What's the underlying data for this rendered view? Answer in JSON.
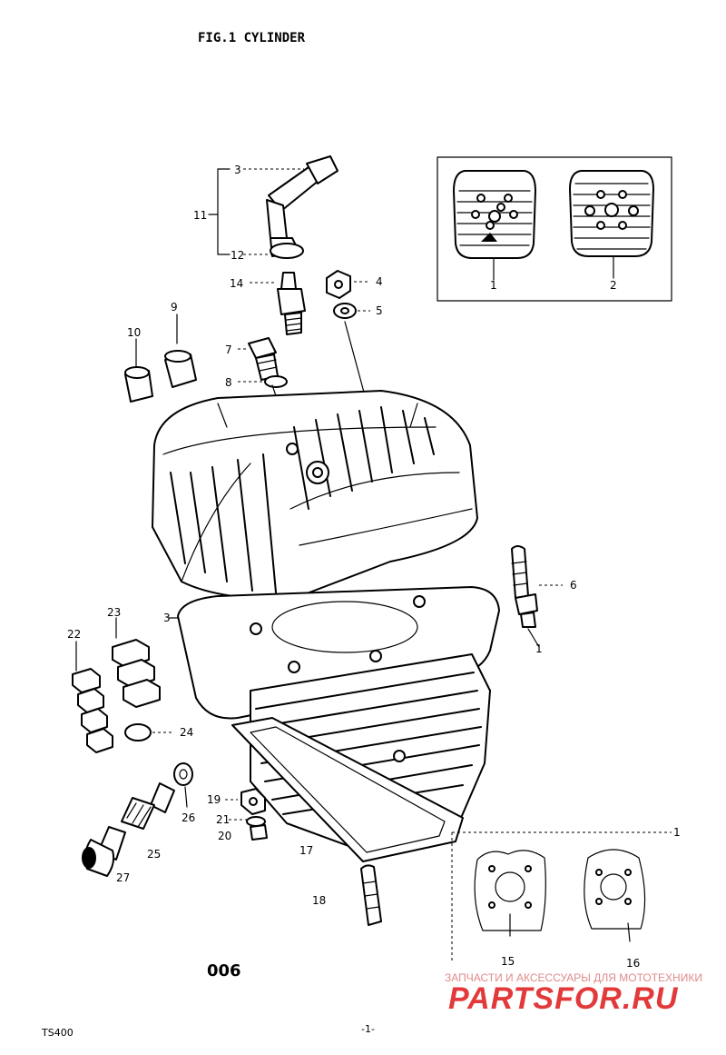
{
  "title": "FIG.1  CYLINDER",
  "page_code": "006",
  "model": "TS400",
  "page_number": "-1-",
  "watermark": {
    "tagline": "ЗАПЧАСТИ И АКСЕССУАРЫ ДЛЯ МОТОТЕХНИКИ",
    "brand": "PARTSFOR.RU"
  },
  "callouts": {
    "p1": "1",
    "p2": "2",
    "p3": "3",
    "p3b": "3",
    "p4": "4",
    "p5": "5",
    "p6": "6",
    "p7": "7",
    "p8": "8",
    "p9": "9",
    "p10": "10",
    "p11": "11",
    "p12": "12",
    "p14": "14",
    "p15": "15",
    "p16": "16",
    "p17": "17",
    "p18": "18",
    "p19": "19",
    "p20": "20",
    "p21": "21",
    "p22": "22",
    "p23": "23",
    "p24": "24",
    "p25": "25",
    "p26": "26",
    "p27": "27",
    "p1b": "1",
    "p1c": "1"
  }
}
